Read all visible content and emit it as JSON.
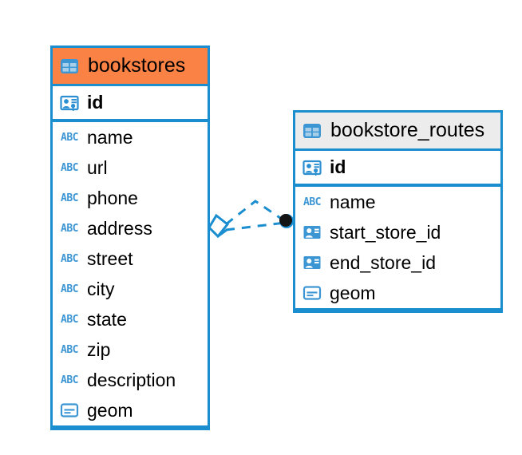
{
  "diagram": {
    "type": "entity-relationship-diagram",
    "background": "#ffffff",
    "accent_color": "#1b8ed0",
    "highlight_color": "#fa8245",
    "neutral_header_color": "#ececed",
    "icon_color": "#3d96d4"
  },
  "entities": [
    {
      "name": "bookstores",
      "header_style": "accent",
      "table_icon": "table-icon",
      "fields": [
        {
          "name": "id",
          "icon": "primary-key-icon",
          "key": true
        },
        {
          "name": "name",
          "icon": "text-abc-icon",
          "key": false
        },
        {
          "name": "url",
          "icon": "text-abc-icon",
          "key": false
        },
        {
          "name": "phone",
          "icon": "text-abc-icon",
          "key": false
        },
        {
          "name": "address",
          "icon": "text-abc-icon",
          "key": false
        },
        {
          "name": "street",
          "icon": "text-abc-icon",
          "key": false
        },
        {
          "name": "city",
          "icon": "text-abc-icon",
          "key": false
        },
        {
          "name": "state",
          "icon": "text-abc-icon",
          "key": false
        },
        {
          "name": "zip",
          "icon": "text-abc-icon",
          "key": false
        },
        {
          "name": "description",
          "icon": "text-abc-icon",
          "key": false
        },
        {
          "name": "geom",
          "icon": "geometry-icon",
          "key": false
        }
      ]
    },
    {
      "name": "bookstore_routes",
      "header_style": "neutral",
      "table_icon": "table-icon",
      "fields": [
        {
          "name": "id",
          "icon": "primary-key-icon",
          "key": true
        },
        {
          "name": "name",
          "icon": "text-abc-icon",
          "key": false
        },
        {
          "name": "start_store_id",
          "icon": "foreign-key-icon",
          "key": false
        },
        {
          "name": "end_store_id",
          "icon": "foreign-key-icon",
          "key": false
        },
        {
          "name": "geom",
          "icon": "geometry-icon",
          "key": false
        }
      ]
    }
  ],
  "relationship": {
    "from_entity": "bookstores",
    "to_entity": "bookstore_routes",
    "line_style": "dashed",
    "line_color": "#1b8ed0",
    "from_marker": "diamond-marker",
    "to_marker": "filled-circle-marker",
    "to_marker_color": "#141414"
  },
  "labels": {
    "abc_glyph": "ABC"
  }
}
